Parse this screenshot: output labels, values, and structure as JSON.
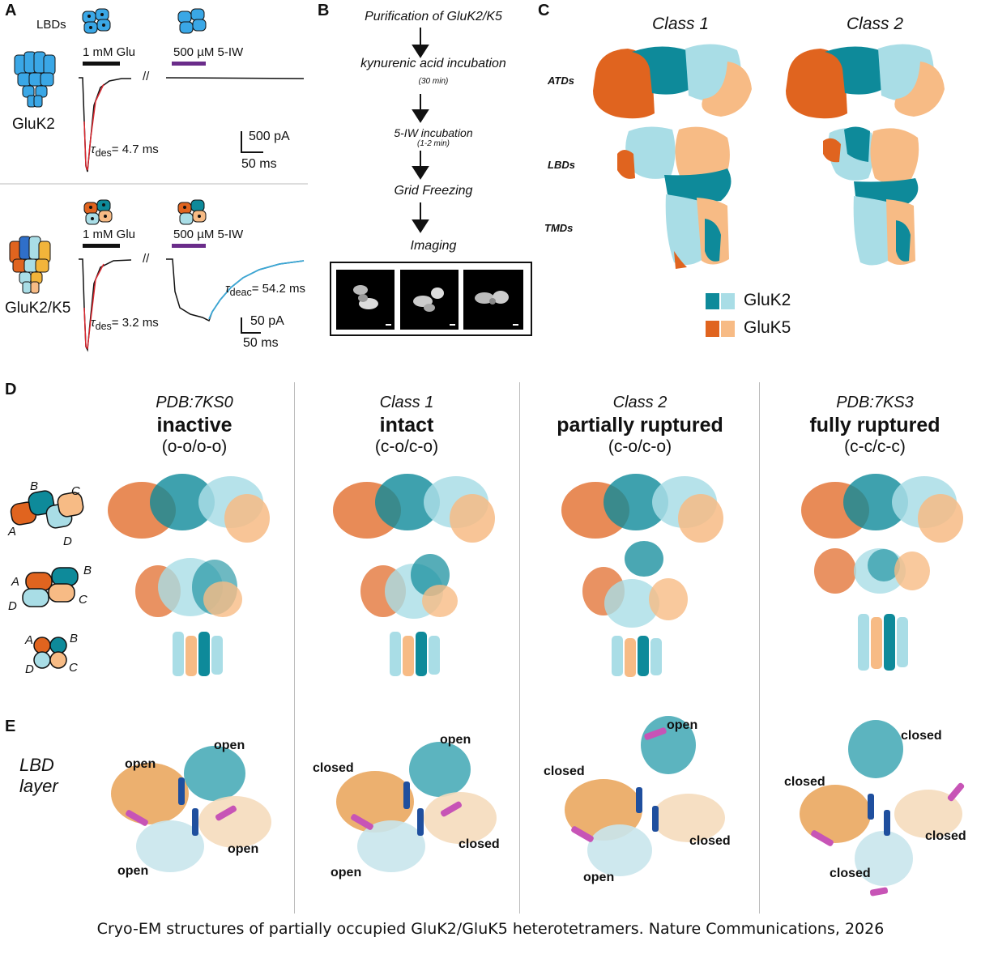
{
  "panels": {
    "A": "A",
    "B": "B",
    "C": "C",
    "D": "D",
    "E": "E"
  },
  "colors": {
    "gluk2_dark": "#0e8a9a",
    "gluk2_light": "#a9dde6",
    "gluk5_dark": "#e0641f",
    "gluk5_light": "#f7bb85",
    "fit_red": "#d9272f",
    "fit_blue": "#3aa7d6",
    "bar_black": "#111111",
    "bar_purple": "#6a2c8a"
  },
  "panelA": {
    "lbds_label": "LBDs",
    "gluk2_label": "GluK2",
    "gluk2k5_label": "GluK2/K5",
    "glu_label_1": "1 mM Glu",
    "iw_label_1": "500 µM 5-IW",
    "glu_label_2": "1 mM Glu",
    "iw_label_2": "500 µM 5-IW",
    "tau_des_1_sym": "τ",
    "tau_des_1_sub": "des",
    "tau_des_1_val": "= 4.7 ms",
    "tau_des_2_sym": "τ",
    "tau_des_2_sub": "des",
    "tau_des_2_val": "= 3.2 ms",
    "tau_deac_sym": "τ",
    "tau_deac_sub": "deac",
    "tau_deac_val": "= 54.2 ms",
    "scale1_current": "500 pA",
    "scale1_time": "50 ms",
    "scale2_current": "50 pA",
    "scale2_time": "50 ms",
    "break_mark": "//"
  },
  "panelB": {
    "steps": [
      "Purification of GluK2/K5",
      "kynurenic acid incubation",
      "(30 min)",
      "5-IW incubation",
      "(1-2 min)",
      "Grid Freezing",
      "Imaging"
    ]
  },
  "panelC": {
    "class1": "Class 1",
    "class2": "Class 2",
    "atds": "ATDs",
    "lbds": "LBDs",
    "tmds": "TMDs",
    "legend_gluk2": "GluK2",
    "legend_gluk5": "GluK5"
  },
  "panelD": {
    "columns": [
      {
        "sub": "PDB:7KS0",
        "title": "inactive",
        "state": "(o-o/o-o)"
      },
      {
        "sub": "Class 1",
        "title": "intact",
        "state": "(c-o/c-o)"
      },
      {
        "sub": "Class 2",
        "title": "partially ruptured",
        "state": "(c-o/c-o)"
      },
      {
        "sub": "PDB:7KS3",
        "title": "fully ruptured",
        "state": "(c-c/c-c)"
      }
    ],
    "subunit_letters": [
      "A",
      "B",
      "C",
      "D"
    ]
  },
  "panelE": {
    "row_label_1": "LBD",
    "row_label_2": "layer",
    "c1": [
      "open",
      "open",
      "open",
      "open"
    ],
    "c2": [
      "closed",
      "open",
      "closed",
      "open"
    ],
    "c3": [
      "closed",
      "open",
      "closed",
      "open"
    ],
    "c4": [
      "closed",
      "closed",
      "closed",
      "closed"
    ]
  },
  "caption": "Cryo-EM structures of partially occupied GluK2/GluK5 heterotetramers. Nature Communications, 2026"
}
